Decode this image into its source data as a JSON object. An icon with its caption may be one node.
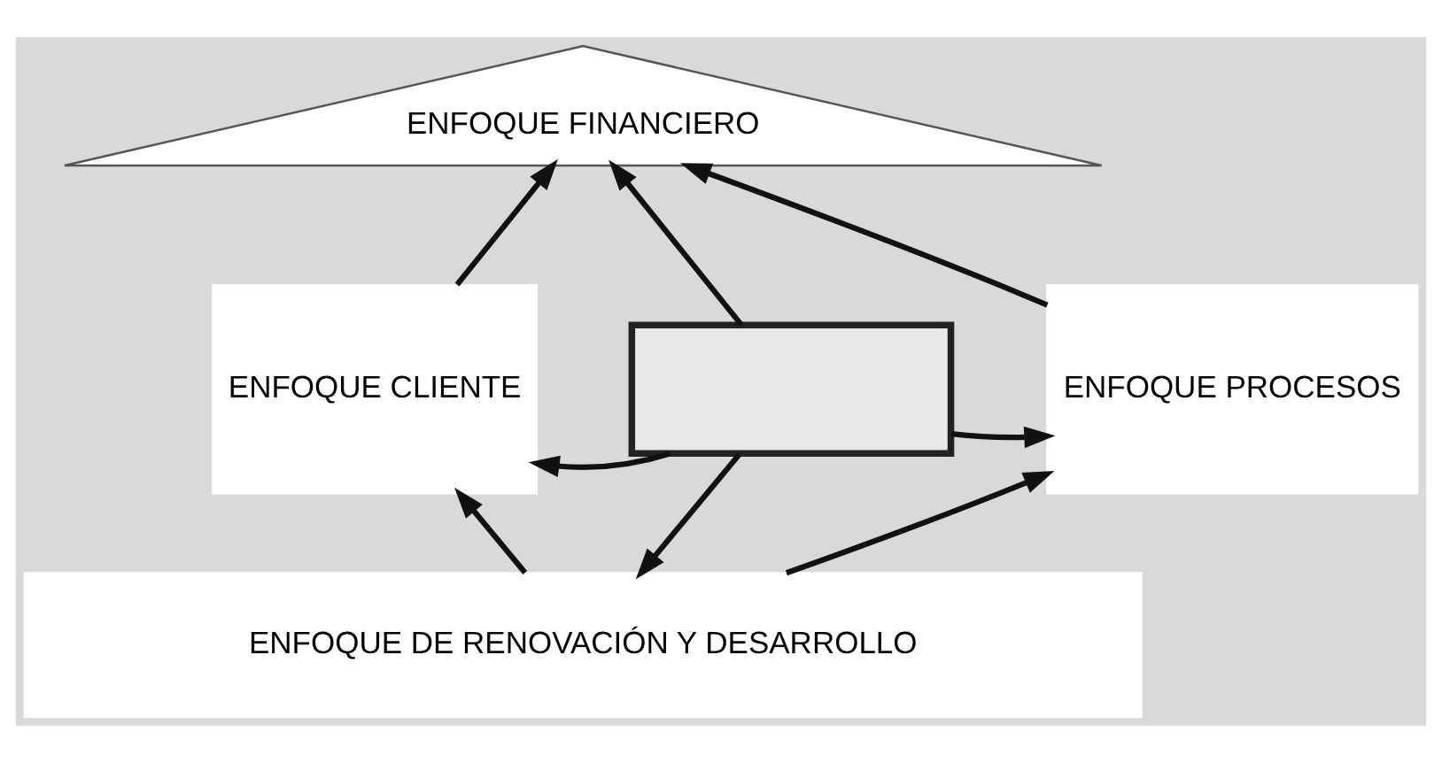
{
  "diagram": {
    "nodes": [
      {
        "text": [
          "ENFOQUE FINANCIERO"
        ]
      },
      {
        "text": [
          "ENFOQUE CLIENTE"
        ]
      },
      {
        "text": [],
        "shape": "box"
      },
      {
        "text": [
          "ENFOQUE PROCESOS"
        ]
      },
      {
        "text": [
          "ENFOQUE DE RENOVACIÓN Y DESARROLLO"
        ]
      }
    ],
    "edges": [
      {
        "from": 1,
        "to": 0,
        "arrow": "to"
      },
      {
        "from": 3,
        "to": 0,
        "arrow": "to"
      },
      {
        "from": 2,
        "to": 0,
        "arrow": "to"
      },
      {
        "from": 2,
        "to": 1,
        "arrow": "to"
      },
      {
        "from": 2,
        "to": 3,
        "arrow": "to"
      },
      {
        "from": 2,
        "to": 4,
        "arrow": "to"
      },
      {
        "from": 4,
        "to": 1,
        "arrow": "to"
      },
      {
        "from": 4,
        "to": 3,
        "arrow": "to"
      }
    ]
  }
}
